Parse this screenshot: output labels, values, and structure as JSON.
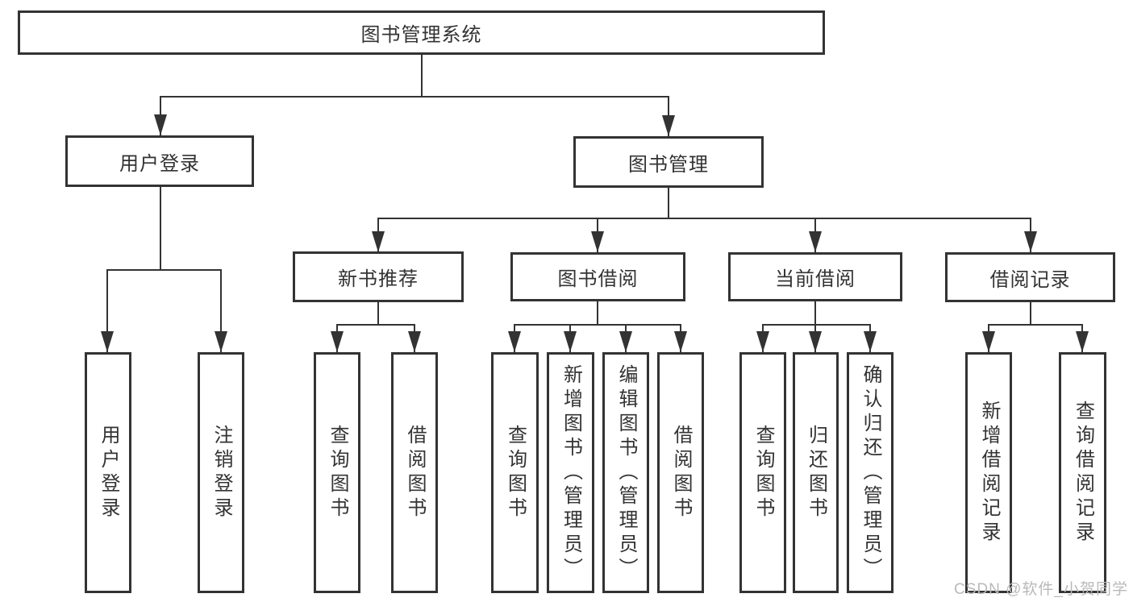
{
  "tree": {
    "root": "图书管理系统",
    "branches": [
      {
        "label": "用户登录",
        "children": [
          "用户登录",
          "注销登录"
        ]
      },
      {
        "label": "图书管理",
        "groups": [
          {
            "label": "新书推荐",
            "children": [
              "查询图书",
              "借阅图书"
            ]
          },
          {
            "label": "图书借阅",
            "children": [
              "查询图书",
              "新增图书（管理员）",
              "编辑图书（管理员）",
              "借阅图书"
            ]
          },
          {
            "label": "当前借阅",
            "children": [
              "查询图书",
              "归还图书",
              "确认归还（管理员）"
            ]
          },
          {
            "label": "借阅记录",
            "children": [
              "新增借阅记录",
              "查询借阅记录"
            ]
          }
        ]
      }
    ]
  },
  "watermark": "CSDN @软件_小贺同学",
  "colors": {
    "line": "#333333",
    "text": "#333333",
    "watermark": "#b9b9b9",
    "background": "#ffffff"
  }
}
